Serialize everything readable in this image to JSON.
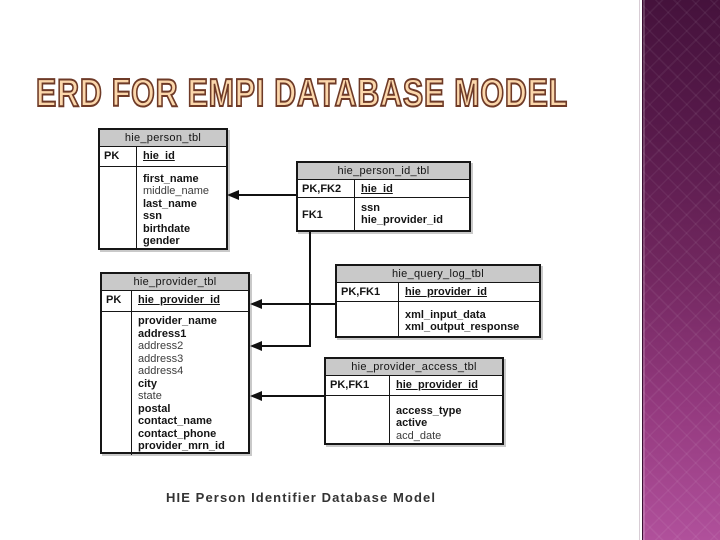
{
  "title": "ERD FOR EMPI DATABASE MODEL",
  "caption": "HIE Person Identifier Database Model",
  "colors": {
    "title_fill": "#fbd7ab",
    "title_outline": "#6e3a27",
    "table_header_bg": "#c9c9c9",
    "table_border": "#161616",
    "panel_gradient_top": "#45123c",
    "panel_gradient_bottom": "#b0509b"
  },
  "tables": [
    {
      "name": "hie_person_tbl",
      "keys": [
        {
          "key": "PK",
          "fields": [
            "hie_id"
          ]
        }
      ],
      "attributes": [
        "first_name",
        "middle_name",
        "last_name",
        "ssn",
        "birthdate",
        "gender"
      ]
    },
    {
      "name": "hie_person_id_tbl",
      "keys": [
        {
          "key": "PK,FK2",
          "fields": [
            "hie_id"
          ]
        },
        {
          "key": "FK1",
          "fields": [
            "ssn",
            "hie_provider_id"
          ]
        }
      ],
      "attributes": []
    },
    {
      "name": "hie_provider_tbl",
      "keys": [
        {
          "key": "PK",
          "fields": [
            "hie_provider_id"
          ]
        }
      ],
      "attributes": [
        "provider_name",
        "address1",
        "address2",
        "address3",
        "address4",
        "city",
        "state",
        "postal",
        "contact_name",
        "contact_phone",
        "provider_mrn_id"
      ]
    },
    {
      "name": "hie_query_log_tbl",
      "keys": [
        {
          "key": "PK,FK1",
          "fields": [
            "hie_provider_id"
          ]
        }
      ],
      "attributes": [
        "xml_input_data",
        "xml_output_response"
      ]
    },
    {
      "name": "hie_provider_access_tbl",
      "keys": [
        {
          "key": "PK,FK1",
          "fields": [
            "hie_provider_id"
          ]
        }
      ],
      "attributes": [
        "access_type",
        "active",
        "acd_date"
      ]
    }
  ]
}
